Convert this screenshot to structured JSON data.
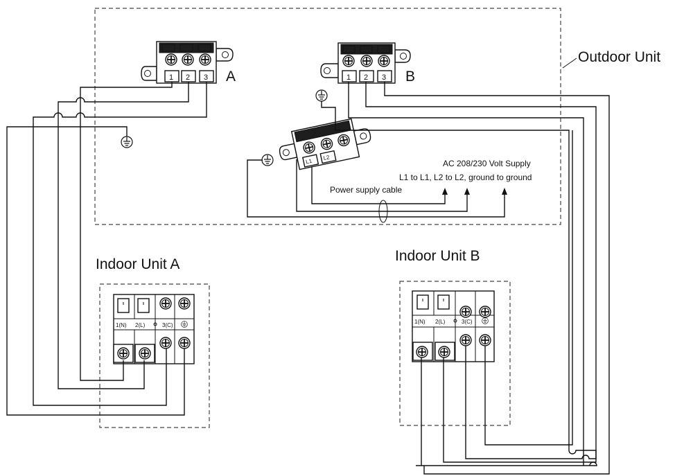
{
  "labels": {
    "outdoor_unit": "Outdoor Unit",
    "terminal_a": "A",
    "terminal_b": "B",
    "indoor_unit_a": "Indoor Unit A",
    "indoor_unit_b": "Indoor Unit B",
    "supply_line1": "AC 208/230 Volt Supply",
    "supply_line2": "L1 to L1, L2 to L2, ground to ground",
    "power_cable": "Power supply cable"
  },
  "outdoor_terminal_numbers": [
    "1",
    "2",
    "3"
  ],
  "power_block_labels": [
    "L1",
    "L2"
  ],
  "indoor_terminal_labels": [
    "1(N)",
    "2(L)",
    "3(C)"
  ],
  "icons": [
    "screw-terminal-icon",
    "ground-icon",
    "cable-tie-icon",
    "mounting-hole-icon"
  ]
}
